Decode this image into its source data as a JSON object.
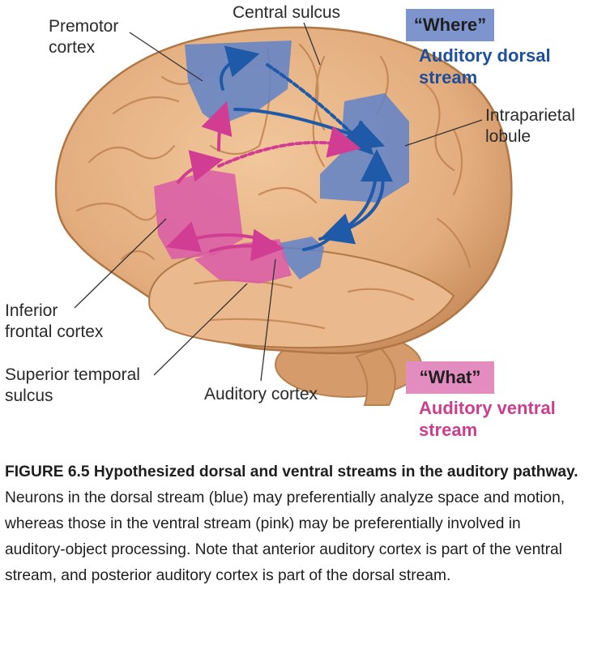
{
  "labels": {
    "central_sulcus": "Central sulcus",
    "premotor": "Premotor\ncortex",
    "intraparietal": "Intraparietal\nlobule",
    "inferior_frontal": "Inferior\nfrontal cortex",
    "superior_temporal": "Superior temporal\nsulcus",
    "auditory_cortex": "Auditory cortex"
  },
  "legend": {
    "where_badge": "“Where”",
    "where_stream": "Auditory dorsal\nstream",
    "what_badge": "“What”",
    "what_stream": "Auditory ventral\nstream"
  },
  "caption": {
    "title": "FIGURE 6.5  Hypothesized dorsal and ventral streams in the auditory pathway.",
    "body": "Neurons in the dorsal stream (blue) may preferentially analyze space and motion, whereas those in the ventral stream (pink) may be preferentially involved in auditory-object processing. Note that anterior auditory cortex is part of the ventral stream, and posterior auditory cortex is part of the dorsal stream."
  },
  "colors": {
    "dorsal_blue": "#5f82c9",
    "dorsal_arrow": "#1e5aa8",
    "ventral_pink": "#d95aa8",
    "ventral_arrow": "#d13d93",
    "where_badge_bg": "#7d95cc",
    "what_badge_bg": "#e38cc0",
    "brain": "#e8b689"
  },
  "icons": [
    "brain-illustration"
  ]
}
